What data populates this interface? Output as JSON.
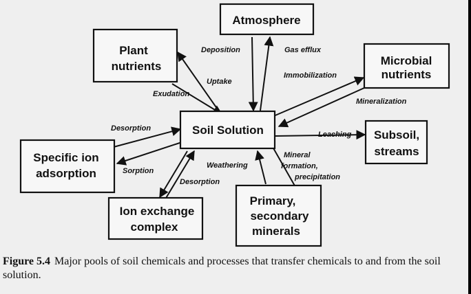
{
  "nodes": {
    "atmosphere": [
      "Atmosphere"
    ],
    "plant_nutrients": [
      "Plant",
      "nutrients"
    ],
    "microbial_nutrients": [
      "Microbial",
      "nutrients"
    ],
    "soil_solution": [
      "Soil Solution"
    ],
    "subsoil_streams": [
      "Subsoil,",
      "streams"
    ],
    "specific_ion_adsorption": [
      "Specific ion",
      "adsorption"
    ],
    "ion_exchange_complex": [
      "Ion exchange",
      "complex"
    ],
    "primary_secondary_minerals": [
      "Primary,",
      "secondary",
      "minerals"
    ]
  },
  "processes": {
    "deposition": "Deposition",
    "gas_efflux": "Gas efflux",
    "uptake": "Uptake",
    "exudation": "Exudation",
    "immobilization": "Immobilization",
    "mineralization": "Mineralization",
    "desorption_specific": "Desorption",
    "sorption": "Sorption",
    "leaching": "Leaching",
    "mineral_formation": [
      "Mineral",
      "formation,",
      "precipitation"
    ],
    "weathering": "Weathering",
    "desorption_exchange": "Desorption"
  },
  "caption": {
    "label": "Figure 5.4",
    "text": "Major pools of soil chemicals and processes that transfer chemicals to and from the soil solution."
  }
}
